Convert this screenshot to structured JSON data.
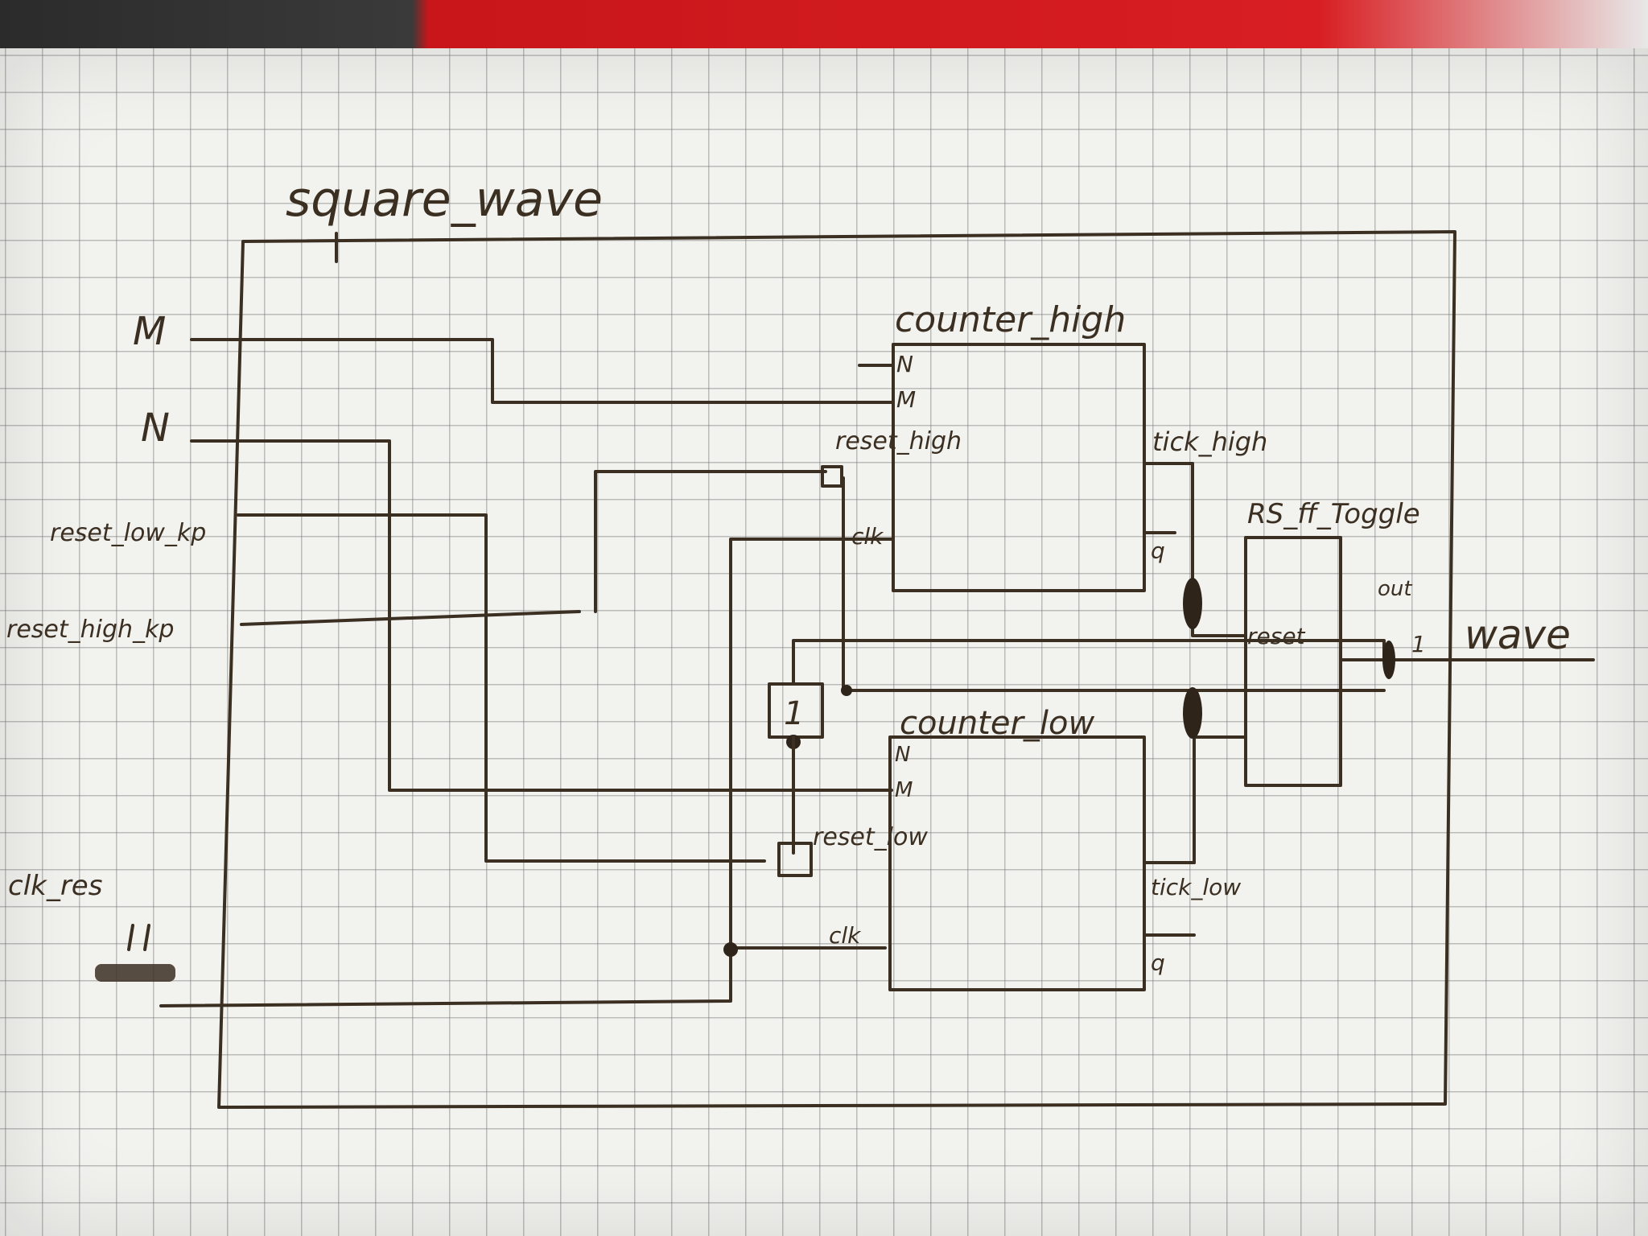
{
  "diagram": {
    "title": "square_wave",
    "inputs": {
      "m": "M",
      "n": "N",
      "reset_low": "reset_low_kp",
      "reset_high": "reset_high_kp",
      "clk": "clk_res"
    },
    "output": "wave",
    "blocks": {
      "counter_high": {
        "name": "counter_high",
        "port_n": "N",
        "port_m": "M",
        "port_reset": "reset_high",
        "port_clk": "clk",
        "port_tick": "tick_high",
        "port_q": "q"
      },
      "counter_low": {
        "name": "counter_low",
        "port_n": "N",
        "port_m": "M",
        "port_reset": "reset_low",
        "port_clk": "clk",
        "port_tick": "tick_low",
        "port_q": "q"
      },
      "rsff": {
        "name": "RS_ff_Toggle",
        "port_out": "out",
        "port_reset": "reset",
        "port_1": "1"
      },
      "or_gate": {
        "label": "1"
      }
    },
    "ink_color": "#3b2f22",
    "paper_color": "#f2f2ef"
  }
}
